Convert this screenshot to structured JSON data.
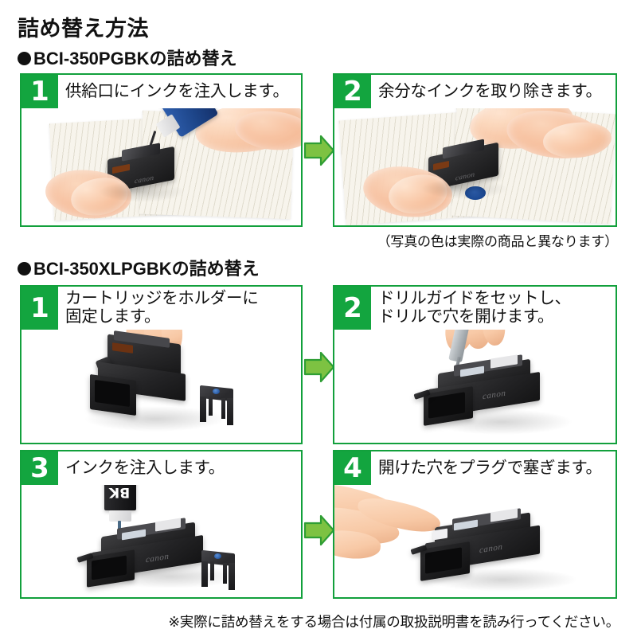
{
  "page": {
    "title": "詰め替え方法"
  },
  "sections": [
    {
      "heading": "BCI-350PGBKの詰め替え",
      "caption": "（写真の色は実際の商品と異なります）",
      "steps": [
        {
          "number": "1",
          "line1": "供給口にインクを注入します。",
          "line2": ""
        },
        {
          "number": "2",
          "line1": "余分なインクを取り除きます。",
          "line2": ""
        }
      ]
    },
    {
      "heading": "BCI-350XLPGBKの詰め替え",
      "steps": [
        {
          "number": "1",
          "line1": "カートリッジをホルダーに",
          "line2": "固定します。"
        },
        {
          "number": "2",
          "line1": "ドリルガイドをセットし、",
          "line2": "ドリルで穴を開けます。"
        },
        {
          "number": "3",
          "line1": "インクを注入します。",
          "line2": ""
        },
        {
          "number": "4",
          "line1": "開けた穴をプラグで塞ぎます。",
          "line2": ""
        }
      ]
    }
  ],
  "footer_note": "※実際に詰め替えをする場合は付属の取扱説明書を読み行ってください。",
  "labels": {
    "ink_bottle_bk": "BK"
  },
  "colors": {
    "panel_border": "#12a03c",
    "badge_green": "#13a53f",
    "arrow_fill": "#7dc242",
    "arrow_stroke": "#2f9e34",
    "text": "#111111",
    "ink_blue": "#1d4b96"
  }
}
